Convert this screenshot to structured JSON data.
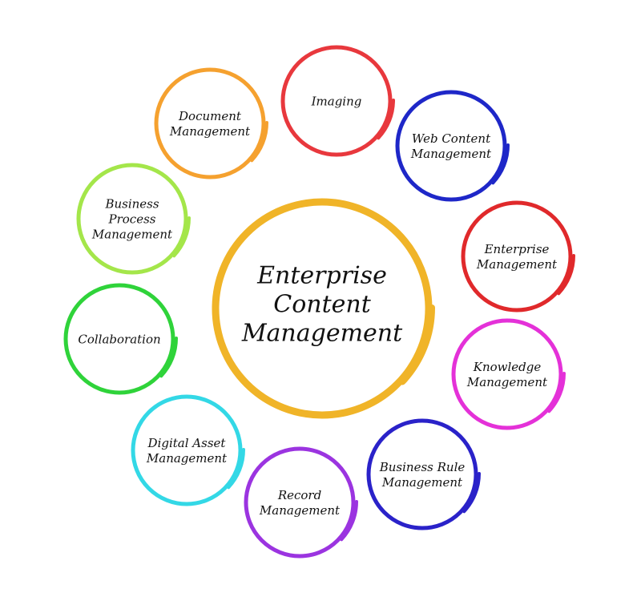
{
  "center": {
    "lines": [
      "Enterprise",
      "Content",
      "Management"
    ],
    "color": "#f0b428"
  },
  "nodes": [
    {
      "id": "imaging",
      "lines": [
        "Imaging"
      ],
      "color": "#e8383d"
    },
    {
      "id": "web-content",
      "lines": [
        "Web Content",
        "Management"
      ],
      "color": "#1e27c8"
    },
    {
      "id": "enterprise",
      "lines": [
        "Enterprise",
        "Management"
      ],
      "color": "#e0292b"
    },
    {
      "id": "knowledge",
      "lines": [
        "Knowledge",
        "Management"
      ],
      "color": "#e431d8"
    },
    {
      "id": "business-rule",
      "lines": [
        "Business Rule",
        "Management"
      ],
      "color": "#2a22c9"
    },
    {
      "id": "record",
      "lines": [
        "Record",
        "Management"
      ],
      "color": "#9b34e0"
    },
    {
      "id": "digital-asset",
      "lines": [
        "Digital Asset",
        "Management"
      ],
      "color": "#33d8e6"
    },
    {
      "id": "collaboration",
      "lines": [
        "Collaboration"
      ],
      "color": "#2fd33a"
    },
    {
      "id": "business-process",
      "lines": [
        "Business",
        "Process",
        "Management"
      ],
      "color": "#a4e64a"
    },
    {
      "id": "document",
      "lines": [
        "Document",
        "Management"
      ],
      "color": "#f5a12f"
    }
  ]
}
